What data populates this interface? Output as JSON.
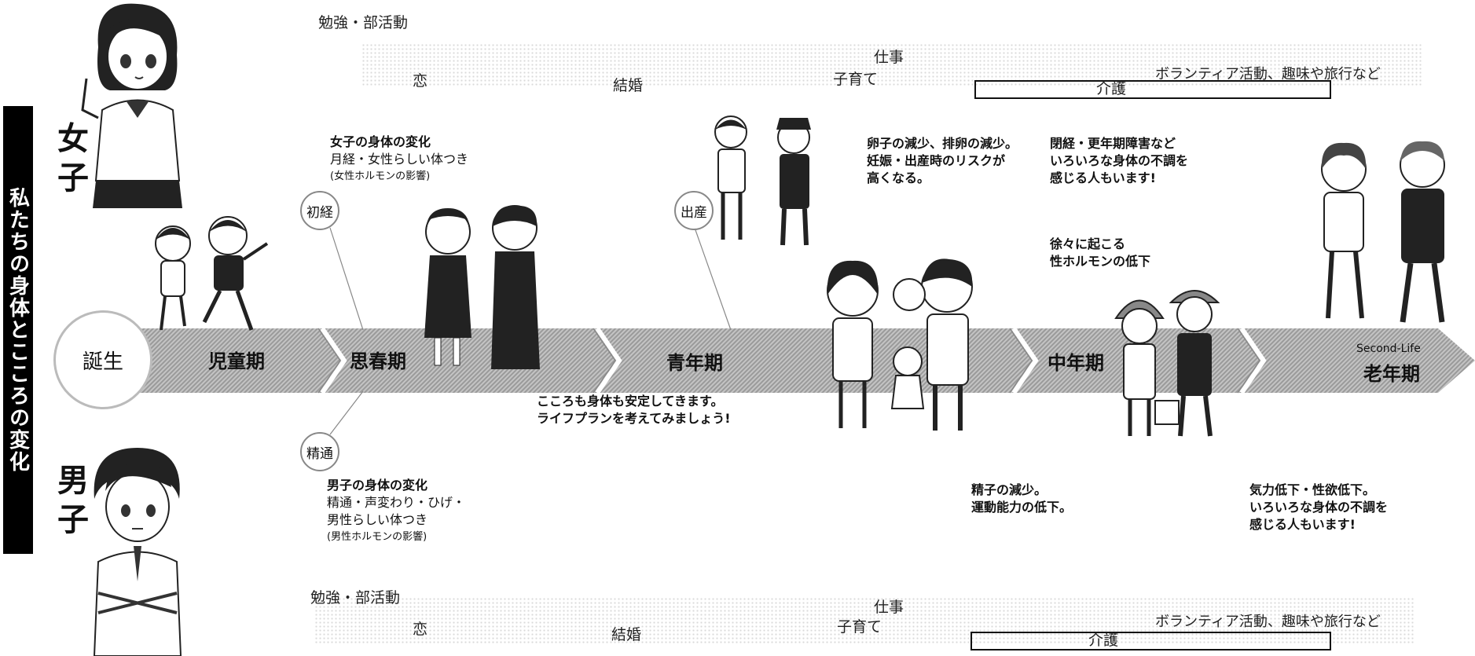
{
  "side_title": "私たちの身体とこころの変化",
  "female_label": "女子",
  "male_label": "男子",
  "female_timeline": {
    "study": "勉強・部活動",
    "love": "恋",
    "marriage": "結婚",
    "work": "仕事",
    "childcare": "子育て",
    "volunteer": "ボランティア活動、趣味や旅行など",
    "care": "介護"
  },
  "male_timeline": {
    "study": "勉強・部活動",
    "love": "恋",
    "marriage": "結婚",
    "work": "仕事",
    "childcare": "子育て",
    "volunteer": "ボランティア活動、趣味や旅行など",
    "care": "介護"
  },
  "stages": {
    "birth": "誕生",
    "childhood": "児童期",
    "puberty": "思春期",
    "youth": "青年期",
    "middle": "中年期",
    "senior_small": "Second-Life",
    "senior": "老年期"
  },
  "events": {
    "menarche": "初経",
    "ejaculation": "精通",
    "childbirth": "出産"
  },
  "notes": {
    "female_change_title": "女子の身体の変化",
    "female_change_line1": "月経・女性らしい体つき",
    "female_change_line2": "(女性ホルモンの影響)",
    "male_change_title": "男子の身体の変化",
    "male_change_line1": "精通・声変わり・ひげ・",
    "male_change_line2": "男性らしい体つき",
    "male_change_line3": "(男性ホルモンの影響)",
    "youth_line1": "こころも身体も安定してきます。",
    "youth_line2": "ライフプランを考えてみましょう!",
    "female_30s_line1": "卵子の減少、排卵の減少。",
    "female_30s_line2": "妊娠・出産時のリスクが",
    "female_30s_line3": "高くなる。",
    "menopause_line1": "閉経・更年期障害など",
    "menopause_line2": "いろいろな身体の不調を",
    "menopause_line3": "感じる人もいます!",
    "hormone_line1": "徐々に起こる",
    "hormone_line2": "性ホルモンの低下",
    "male_mid_line1": "精子の減少。",
    "male_mid_line2": "運動能力の低下。",
    "male_senior_line1": "気力低下・性欲低下。",
    "male_senior_line2": "いろいろな身体の不調を",
    "male_senior_line3": "感じる人もいます!"
  }
}
